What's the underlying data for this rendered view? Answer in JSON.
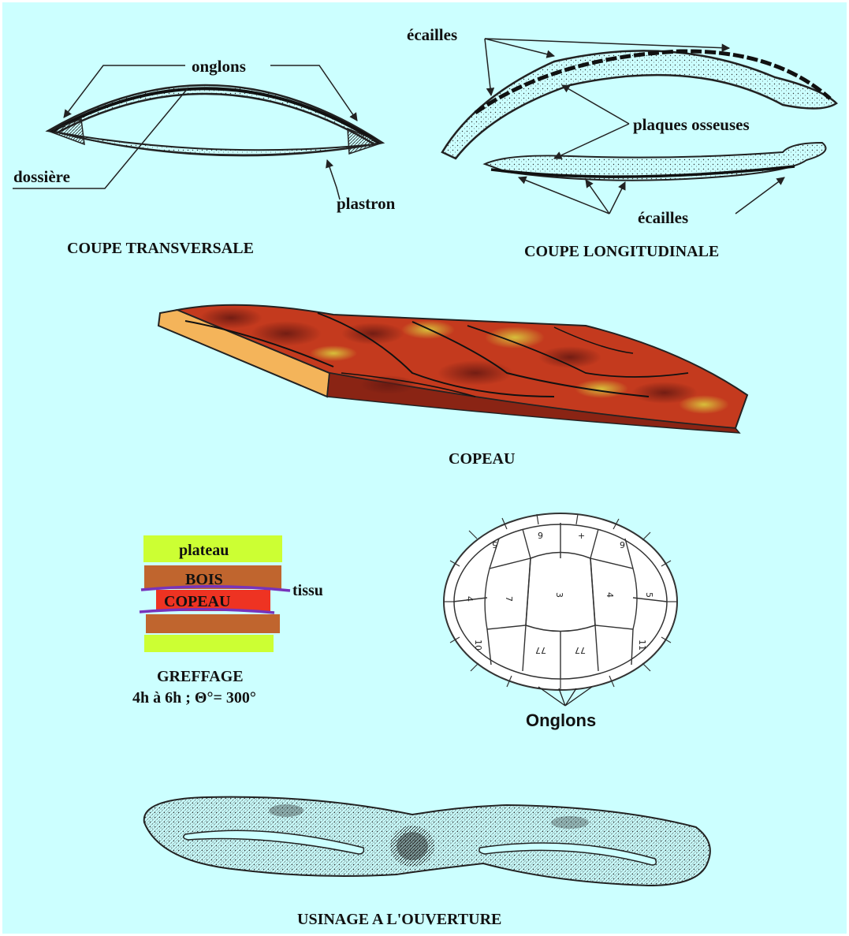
{
  "background_color": "#ccffff",
  "transverse": {
    "label_onglons": "onglons",
    "label_dossiere": "dossière",
    "label_plastron": "plastron",
    "caption": "COUPE TRANSVERSALE"
  },
  "longitudinal": {
    "label_ecailles_top": "écailles",
    "label_plaques": "plaques osseuses",
    "label_ecailles_bottom": "écailles",
    "caption": "COUPE LONGITUDINALE"
  },
  "copeau": {
    "caption": "COPEAU",
    "colors": {
      "red": "#c43a1e",
      "dark": "#7a1e14",
      "yellow": "#d6c23a",
      "edge": "#f4b45a"
    }
  },
  "greffage": {
    "plateau": "plateau",
    "bois": "BOIS",
    "copeau": "COPEAU",
    "tissu": "tissu",
    "caption": "GREFFAGE",
    "subcaption": "4h à 6h ; Θ°= 300°",
    "colors": {
      "plateau": "#ccff33",
      "bois": "#c0652e",
      "copeau": "#ee3322",
      "tissu": "#7733bb"
    }
  },
  "shell": {
    "numbers": [
      "5",
      "6",
      "+",
      "6",
      "4",
      "7",
      "3",
      "4",
      "5",
      "10",
      "77",
      "77",
      "11"
    ],
    "label_onglons": "Onglons"
  },
  "usinage": {
    "caption": "USINAGE A L'OUVERTURE"
  }
}
